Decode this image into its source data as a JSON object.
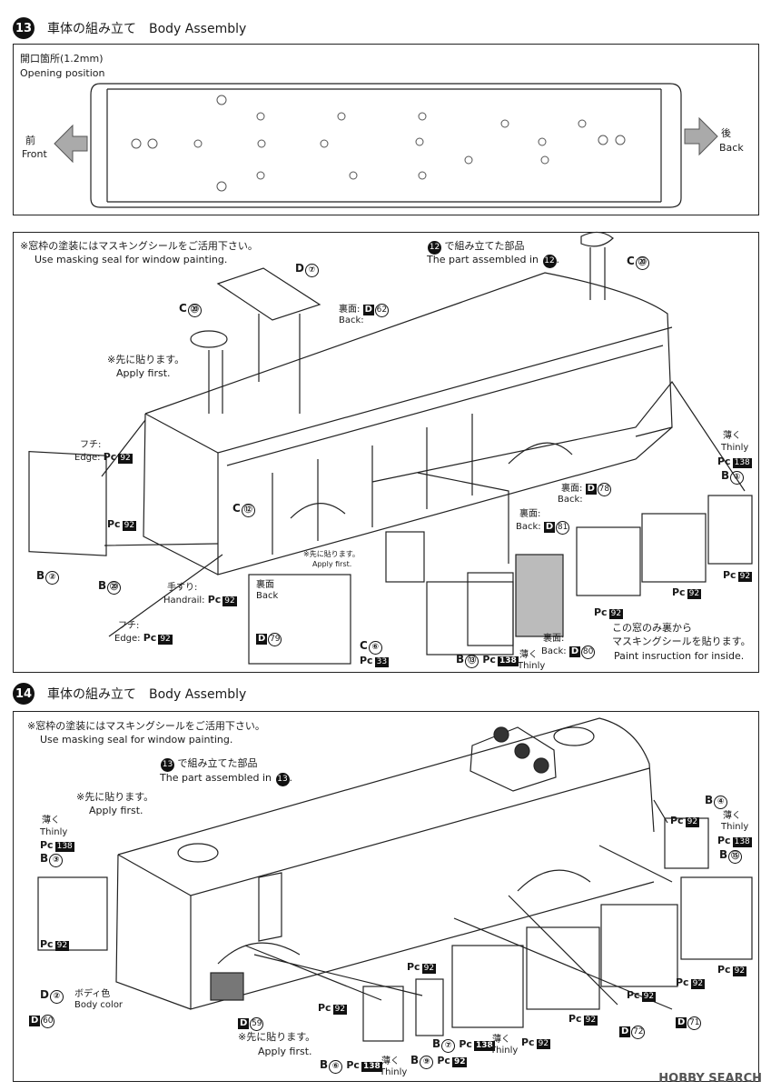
{
  "step13": {
    "number": "13",
    "title": "車体の組み立て　Body Assembly",
    "opening_jp": "開口箇所(1.2mm)",
    "opening_en": "Opening position",
    "front_jp": "前",
    "front_en": "Front",
    "back_jp": "後",
    "back_en": "Back",
    "mask_jp": "※窓枠の塗装にはマスキングシールをご活用下さい。",
    "mask_en": "Use masking seal for window painting.",
    "assembled_jp": "で組み立てた部品",
    "assembled_ref": "12",
    "assembled_en": "The part assembled in",
    "apply_jp": "※先に貼ります。",
    "apply_en": "Apply first.",
    "apply_small_jp": "※先に貼ります。",
    "apply_small_en": "Apply first.",
    "edge_jp": "フチ:",
    "edge_en": "Edge:",
    "handrail_jp": "手すり:",
    "handrail_en": "Handrail:",
    "back_label_jp": "裏面:",
    "back_label_en": "Back:",
    "thinly_jp": "薄く",
    "thinly_en": "Thinly",
    "inside_jp": "この窓のみ裏から",
    "inside_jp2": "マスキングシールを貼ります。",
    "inside_en": "Paint insruction for inside.",
    "inset_title_jp": "裏面",
    "inset_title_en": "Back",
    "parts": {
      "d7": "D",
      "d7n": "⑦",
      "c20a": "C",
      "c20an": "⑳",
      "c20b": "C",
      "c20bn": "⑳",
      "c12": "C",
      "c12n": "⑫",
      "c6": "C",
      "c6n": "⑥",
      "b1": "B",
      "b1n": "①",
      "b2": "B",
      "b2n": "②",
      "b13": "B",
      "b13n": "⑬",
      "b20": "B",
      "b20n": "⑳",
      "d62": "62",
      "d78": "78",
      "d81": "81",
      "d80": "80",
      "d79": "79",
      "pc92": "92",
      "pc138": "138",
      "pc33": "33"
    }
  },
  "step14": {
    "number": "14",
    "title": "車体の組み立て　Body Assembly",
    "mask_jp": "※窓枠の塗装にはマスキングシールをご活用下さい。",
    "mask_en": "Use masking seal for window painting.",
    "assembled_jp": "で組み立てた部品",
    "assembled_ref": "13",
    "assembled_en": "The part assembled in",
    "apply_jp": "※先に貼ります。",
    "apply_en": "Apply first.",
    "apply2_jp": "※先に貼ります。",
    "apply2_en": "Apply first.",
    "thinly_jp": "薄く",
    "thinly_en": "Thinly",
    "body_color_jp": "ボディ色",
    "body_color_en": "Body color",
    "parts": {
      "b3": "B",
      "b3n": "③",
      "b4": "B",
      "b4n": "④",
      "b15": "B",
      "b15n": "⑮",
      "b6": "B",
      "b6n": "⑥",
      "b7": "B",
      "b7n": "⑦",
      "b9": "B",
      "b9n": "⑨",
      "d2": "D",
      "d2n": "②",
      "d60": "60",
      "d59": "59",
      "d72": "72",
      "d71": "71",
      "pc92": "92",
      "pc138": "138"
    }
  },
  "footer": "HOBBY SEARCH"
}
